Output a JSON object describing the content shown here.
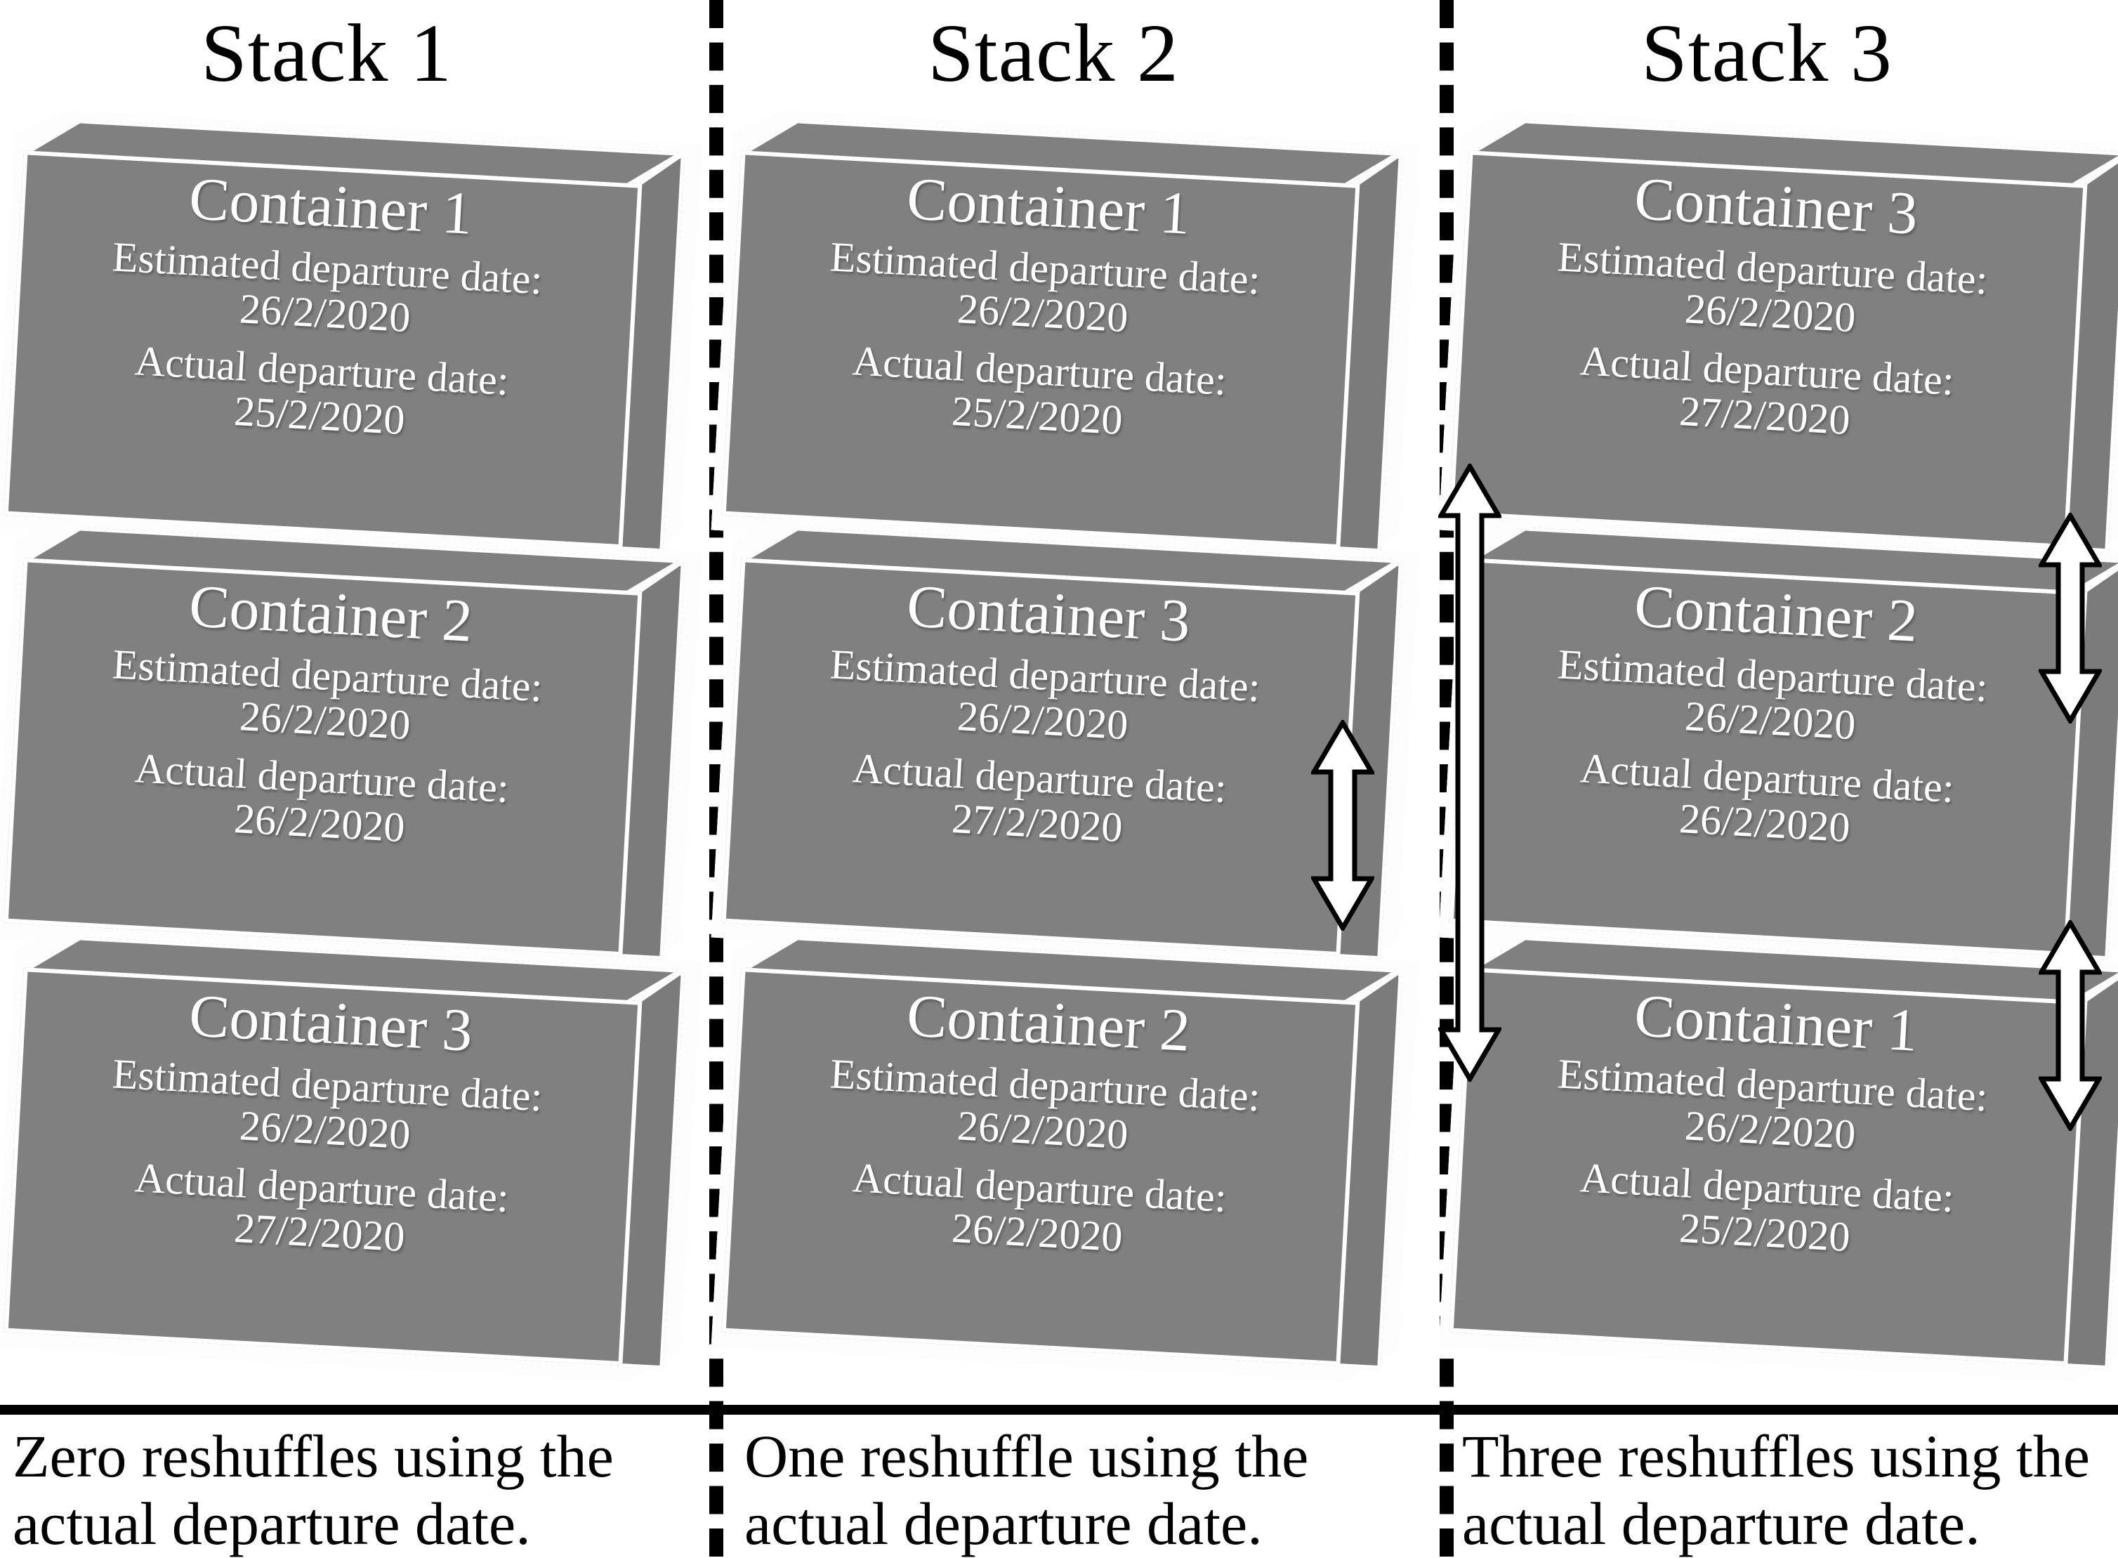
{
  "labels": {
    "estimated_label": "Estimated departure date:",
    "actual_label": "Actual departure date:"
  },
  "stacks": [
    {
      "title": "Stack 1",
      "caption": "Zero reshuffles using the actual departure date.",
      "reshuffles": 0,
      "containers": [
        {
          "name": "Container 1",
          "estimated": "26/2/2020",
          "actual": "25/2/2020"
        },
        {
          "name": "Container 2",
          "estimated": "26/2/2020",
          "actual": "26/2/2020"
        },
        {
          "name": "Container 3",
          "estimated": "26/2/2020",
          "actual": "27/2/2020"
        }
      ]
    },
    {
      "title": "Stack 2",
      "caption": "One reshuffle using the actual departure date.",
      "reshuffles": 1,
      "containers": [
        {
          "name": "Container 1",
          "estimated": "26/2/2020",
          "actual": "25/2/2020"
        },
        {
          "name": "Container 3",
          "estimated": "26/2/2020",
          "actual": "27/2/2020"
        },
        {
          "name": "Container 2",
          "estimated": "26/2/2020",
          "actual": "26/2/2020"
        }
      ]
    },
    {
      "title": "Stack 3",
      "caption": "Three reshuffles using the actual departure date.",
      "reshuffles": 3,
      "containers": [
        {
          "name": "Container 3",
          "estimated": "26/2/2020",
          "actual": "27/2/2020"
        },
        {
          "name": "Container 2",
          "estimated": "26/2/2020",
          "actual": "26/2/2020"
        },
        {
          "name": "Container 1",
          "estimated": "26/2/2020",
          "actual": "25/2/2020"
        }
      ]
    }
  ],
  "colors": {
    "container_fill": "#808080",
    "container_outline": "#ffffff",
    "text_on_container": "#ffffff",
    "divider": "#000000",
    "arrow_fill": "#ffffff",
    "arrow_stroke": "#000000",
    "background": "#ffffff"
  }
}
